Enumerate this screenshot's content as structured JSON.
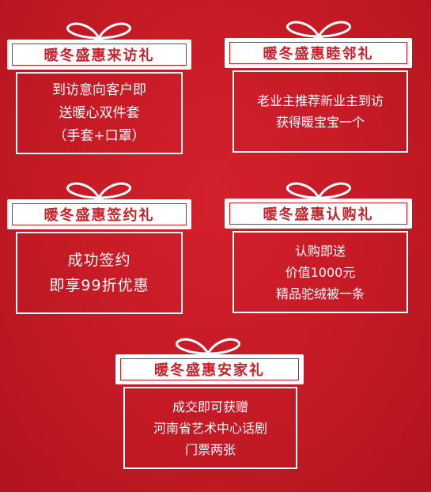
{
  "gifts": [
    {
      "title": "暖冬盛惠来访礼",
      "lines": [
        "到访意向客户即",
        "送暖心双件套",
        "（手套+口罩）"
      ]
    },
    {
      "title": "暖冬盛惠睦邻礼",
      "lines": [
        "老业主推荐新业主到访",
        "获得暖宝宝一个"
      ]
    },
    {
      "title": "暖冬盛惠签约礼",
      "lines": [
        "成功签约",
        "即享99折优惠"
      ]
    },
    {
      "title": "暖冬盛惠认购礼",
      "lines": [
        "认购即送",
        "价值1000元",
        "精品驼绒被一条"
      ]
    },
    {
      "title": "暖冬盛惠安家礼",
      "lines": [
        "成交即可获赠",
        "河南省艺术中心话剧",
        "门票两张"
      ]
    }
  ],
  "colors": {
    "background": "#c41a25",
    "accent": "#c9202a",
    "box_line": "#ffffff"
  }
}
